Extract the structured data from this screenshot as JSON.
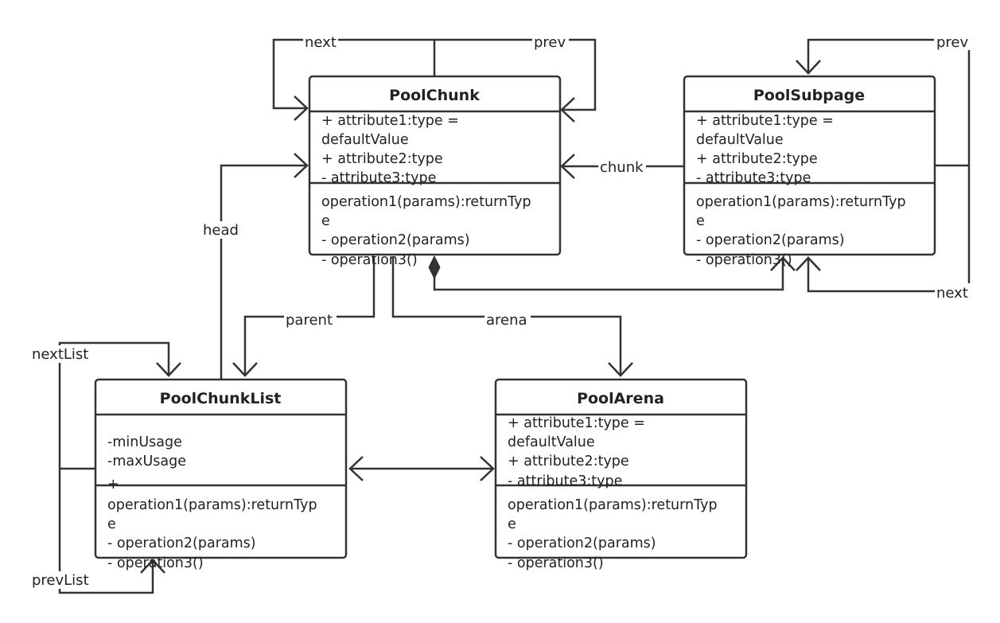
{
  "diagram": {
    "classes": {
      "pool_chunk": {
        "name": "PoolChunk",
        "attributes": [
          "+ attribute1:type =",
          "defaultValue",
          "+ attribute2:type",
          "- attribute3:type"
        ],
        "operations": [
          "operation1(params):returnTyp",
          "e",
          "- operation2(params)",
          "- operation3()"
        ]
      },
      "pool_subpage": {
        "name": "PoolSubpage",
        "attributes": [
          "+ attribute1:type =",
          "defaultValue",
          "+ attribute2:type",
          "- attribute3:type"
        ],
        "operations": [
          "operation1(params):returnTyp",
          "e",
          "- operation2(params)",
          "- operation3()"
        ]
      },
      "pool_chunk_list": {
        "name": "PoolChunkList",
        "attributes": [
          "-minUsage",
          "-maxUsage",
          "+"
        ],
        "operations": [
          "operation1(params):returnTyp",
          "e",
          "- operation2(params)",
          "- operation3()"
        ]
      },
      "pool_arena": {
        "name": "PoolArena",
        "attributes": [
          "+ attribute1:type =",
          "defaultValue",
          "+ attribute2:type",
          "- attribute3:type"
        ],
        "operations": [
          "operation1(params):returnTyp",
          "e",
          "- operation2(params)",
          "- operation3()"
        ]
      }
    },
    "edge_labels": {
      "chunk_next": "next",
      "chunk_prev": "prev",
      "subpage_prev": "prev",
      "subpage_next": "next",
      "subpage_chunk": "chunk",
      "list_head": "head",
      "chunk_parent": "parent",
      "chunk_arena": "arena",
      "list_next": "nextList",
      "list_prev": "prevList"
    }
  }
}
